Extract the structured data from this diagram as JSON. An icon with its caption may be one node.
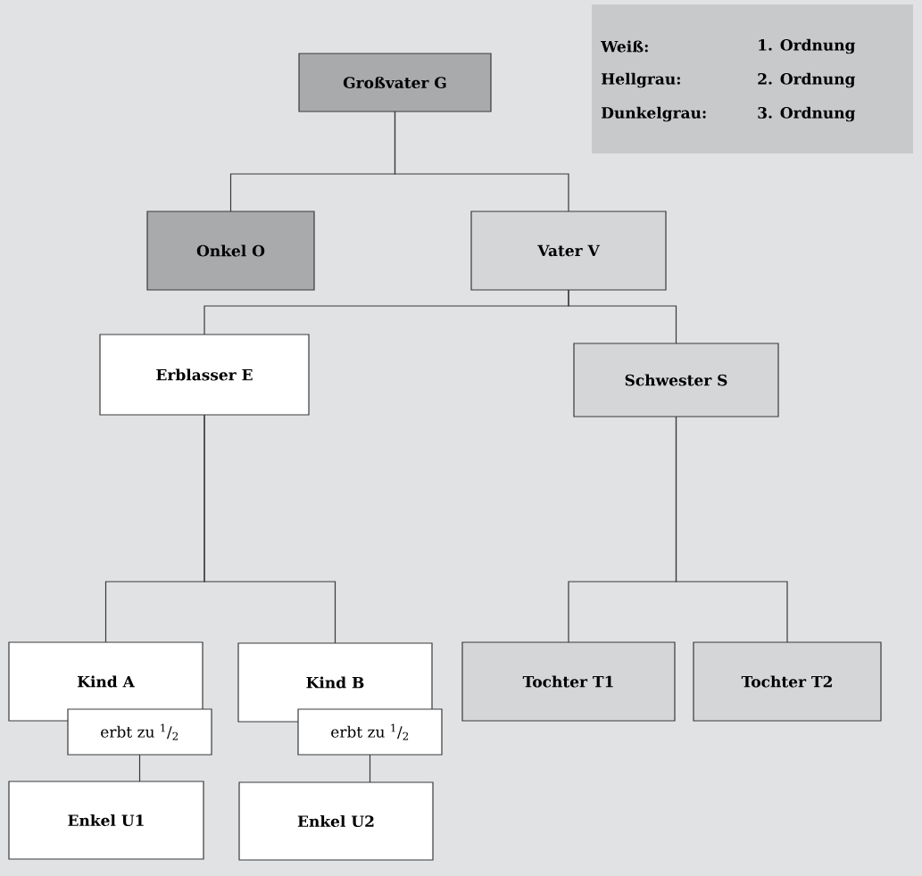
{
  "diagram": {
    "nodes": [
      {
        "text": [
          "Großvater G"
        ]
      },
      {
        "text": [
          "Onkel O"
        ]
      },
      {
        "text": [
          "Vater V"
        ]
      },
      {
        "text": [
          "Erblasser E"
        ]
      },
      {
        "text": [
          "Schwester S"
        ]
      },
      {
        "text": [
          "Kind A"
        ]
      },
      {
        "text": [
          "erbt zu $^{1}$/$_{2}$"
        ]
      },
      {
        "text": [
          "Kind B"
        ]
      },
      {
        "text": [
          "erbt zu $^{1}$/$_{2}$"
        ]
      },
      {
        "text": [
          "Tochter T1"
        ]
      },
      {
        "text": [
          "Tochter T2"
        ]
      },
      {
        "text": [
          "Enkel U1"
        ]
      },
      {
        "text": [
          "Enkel U2"
        ]
      }
    ],
    "edges": [
      {
        "from": 0,
        "to": 1,
        "arrow": "none"
      },
      {
        "from": 0,
        "to": 2,
        "arrow": "none"
      },
      {
        "from": 2,
        "to": 3,
        "arrow": "none"
      },
      {
        "from": 2,
        "to": 4,
        "arrow": "none"
      },
      {
        "from": 3,
        "to": 5,
        "arrow": "none"
      },
      {
        "from": 3,
        "to": 7,
        "arrow": "none"
      },
      {
        "from": 4,
        "to": 9,
        "arrow": "none"
      },
      {
        "from": 4,
        "to": 10,
        "arrow": "none"
      },
      {
        "from": 6,
        "to": 11,
        "arrow": "none"
      },
      {
        "from": 8,
        "to": 12,
        "arrow": "none"
      }
    ],
    "labels": [
      "Weiß:",
      "1. Ordnung",
      "Hellgrau:",
      "2. Ordnung",
      "Dunkelgrau:",
      "3. Ordnung"
    ]
  }
}
